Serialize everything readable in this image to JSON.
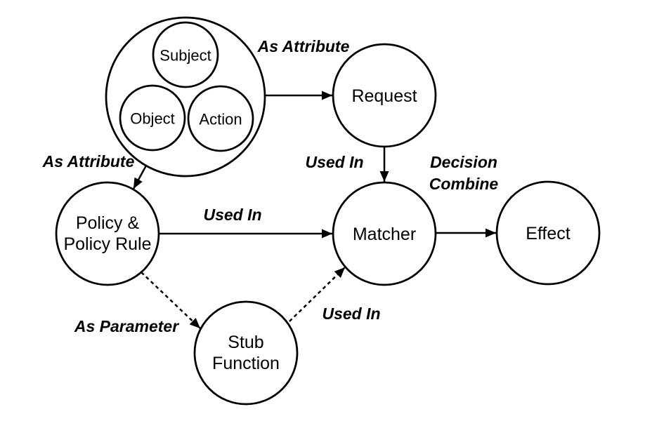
{
  "diagram": {
    "nodes": {
      "subject": {
        "label": "Subject"
      },
      "object": {
        "label": "Object"
      },
      "action": {
        "label": "Action"
      },
      "request": {
        "label": "Request"
      },
      "policy": {
        "line1": "Policy &",
        "line2": "Policy Rule"
      },
      "matcher": {
        "label": "Matcher"
      },
      "effect": {
        "label": "Effect"
      },
      "stub": {
        "line1": "Stub",
        "line2": "Function"
      }
    },
    "edge_labels": {
      "as_attribute_top": "As Attribute",
      "as_attribute_left": "As Attribute",
      "used_in_request": "Used In",
      "decision_line1": "Decision",
      "decision_line2": "Combine",
      "used_in_policy": "Used In",
      "as_parameter": "As Parameter",
      "used_in_stub": "Used In"
    },
    "colors": {
      "line": "#000000",
      "text": "#000000",
      "background": "#ffffff"
    }
  }
}
